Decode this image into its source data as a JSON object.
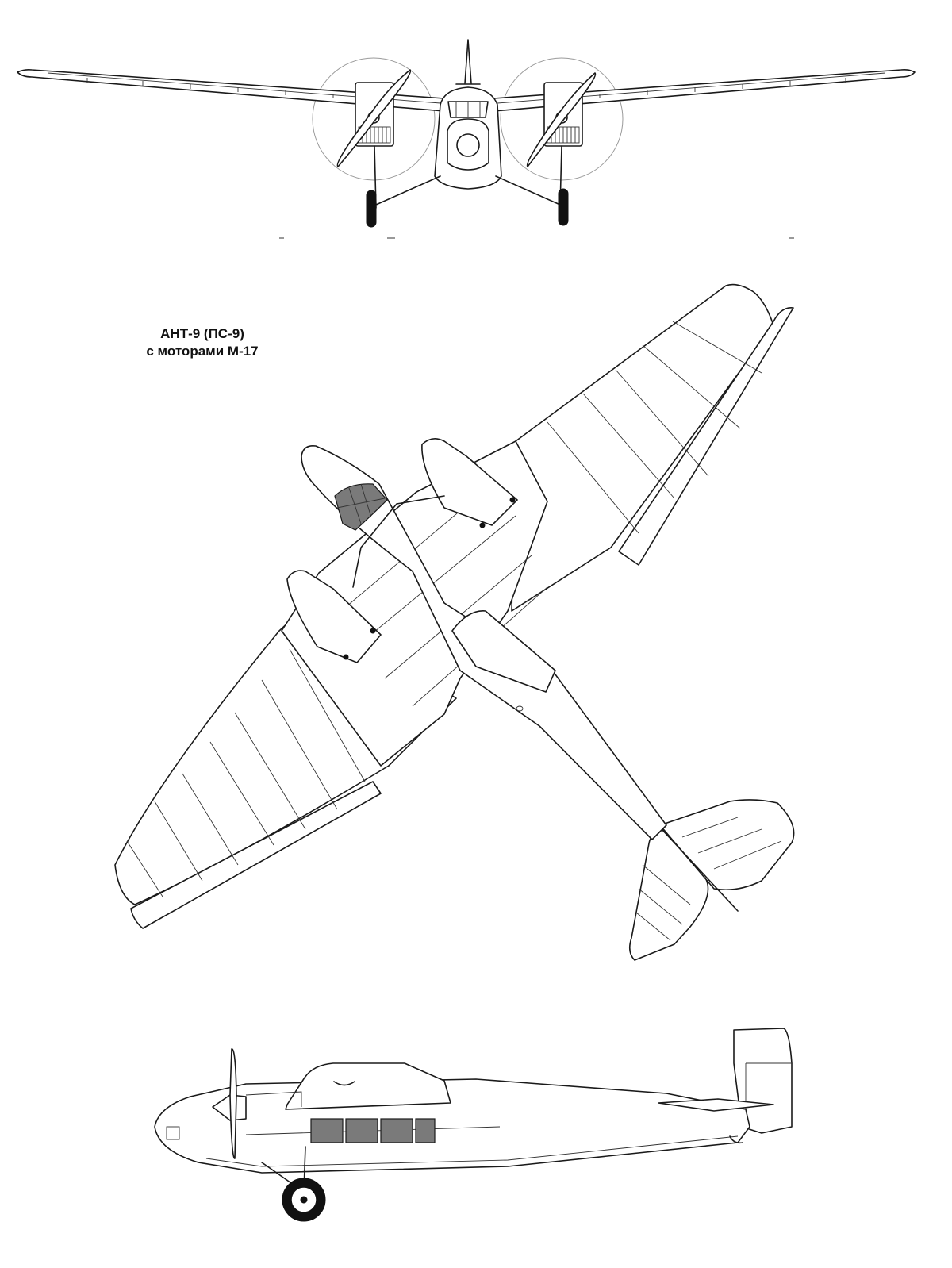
{
  "title": {
    "line1": "АНТ-9 (ПС-9)",
    "line2": "с моторами М-17"
  },
  "colors": {
    "line": "#1a1a1a",
    "background": "#ffffff",
    "glazing": "#7a7a7a",
    "prop_disc": "#9a9a9a"
  },
  "views": [
    "front-view",
    "top-view",
    "side-view"
  ]
}
